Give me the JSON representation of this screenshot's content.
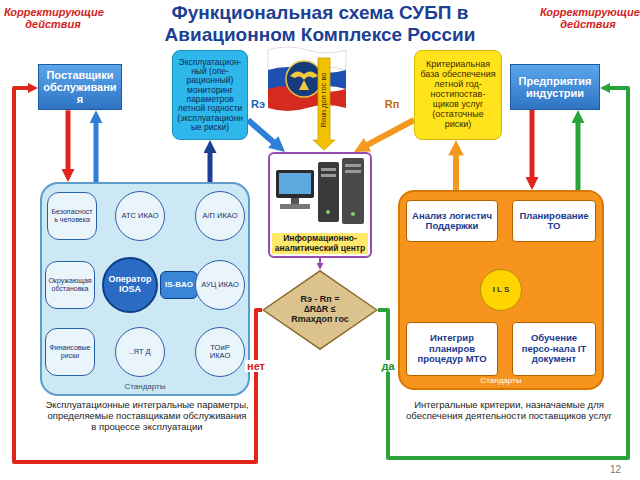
{
  "diagram": {
    "title": "Функциональная схема СУБП в Авиационном Комплексе России",
    "nodes": [
      {
        "text": [
          "Поставщики обслуживания"
        ]
      },
      {
        "text": [
          "Эксплуатацион-ный (опе-рационный) мониторинг параметров летной годности (эксплуатационные риски)"
        ]
      },
      {
        "text": [
          "Критериальная база обеспечения летной год-ностипостав-щиков услуг (остаточные риски)"
        ]
      },
      {
        "text": [
          "Предприятия индустрии"
        ]
      },
      {
        "text": [
          "Стандарты"
        ]
      },
      {
        "text": [
          "Безопасность человека"
        ],
        "in": 4
      },
      {
        "text": [
          "АТС ИКАО"
        ],
        "in": 4
      },
      {
        "text": [
          "А/П ИКАО"
        ],
        "in": 4
      },
      {
        "text": [
          "Окружающая обстановка"
        ],
        "in": 4
      },
      {
        "text": [
          "Оператор IOSA"
        ],
        "in": 4
      },
      {
        "text": [
          "IS-BAO"
        ],
        "in": 4
      },
      {
        "text": [
          "АУЦ ИКАО"
        ],
        "in": 4
      },
      {
        "text": [
          "Финансовые риски"
        ],
        "in": 4
      },
      {
        "text": [
          "..ЯТ Д"
        ],
        "in": 4
      },
      {
        "text": [
          "ТОиР ИКАО"
        ],
        "in": 4
      },
      {
        "text": [
          "Информационно-аналитический центр"
        ]
      },
      {
        "text": [
          "Rэ - Rп = ∆R∆R ≤ Rmaxдоп гос"
        ]
      },
      {
        "text": [
          "Стандарты"
        ]
      },
      {
        "text": [
          "Анализ логистич Поддержки"
        ],
        "in": 17
      },
      {
        "text": [
          "Планирование ТО"
        ],
        "in": 17
      },
      {
        "text": [
          "I L S"
        ],
        "in": 17
      },
      {
        "text": [
          "Интегрир планиров процедур МТО"
        ],
        "in": 17
      },
      {
        "text": [
          "Обучение персо-нала IT документ"
        ],
        "in": 17
      }
    ],
    "edges": [
      {
        "from": 0,
        "to": 4,
        "arrow": "to"
      },
      {
        "from": 4,
        "to": 0,
        "arrow": "to"
      },
      {
        "from": 4,
        "to": 1,
        "arrow": "to"
      },
      {
        "from": 1,
        "to": 15,
        "label": "Rэ",
        "arrow": "to"
      },
      {
        "from": 2,
        "to": 15,
        "label": "Rп",
        "arrow": "to"
      },
      {
        "from": 17,
        "to": 2,
        "arrow": "to"
      },
      {
        "from": 3,
        "to": 17,
        "arrow": "to"
      },
      {
        "from": 17,
        "to": 3,
        "arrow": "to"
      },
      {
        "from": 15,
        "to": 16,
        "arrow": "to"
      },
      {
        "from": 16,
        "to": 0,
        "label": "нет",
        "arrow": "to"
      },
      {
        "from": 16,
        "to": 3,
        "label": "да",
        "arrow": "to"
      },
      {
        "from": 9,
        "to": 5,
        "arrow": "both"
      },
      {
        "from": 9,
        "to": 6,
        "arrow": "both"
      },
      {
        "from": 9,
        "to": 7,
        "arrow": "both"
      },
      {
        "from": 9,
        "to": 12,
        "arrow": "both"
      },
      {
        "from": 9,
        "to": 13,
        "arrow": "both"
      },
      {
        "from": 9,
        "to": 14,
        "arrow": "both"
      },
      {
        "from": 5,
        "to": 6,
        "arrow": "to"
      },
      {
        "from": 6,
        "to": 7,
        "arrow": "to"
      },
      {
        "from": 7,
        "to": 11,
        "arrow": "to"
      },
      {
        "from": 11,
        "to": 14,
        "arrow": "to"
      },
      {
        "from": 14,
        "to": 13,
        "arrow": "to"
      },
      {
        "from": 13,
        "to": 12,
        "arrow": "to"
      },
      {
        "from": 12,
        "to": 8,
        "arrow": "to"
      },
      {
        "from": 8,
        "to": 5,
        "arrow": "to"
      },
      {
        "from": 18,
        "to": 19,
        "arrow": "both"
      },
      {
        "from": 18,
        "to": 21,
        "arrow": "both"
      },
      {
        "from": 19,
        "to": 22,
        "arrow": "both"
      },
      {
        "from": 21,
        "to": 22,
        "arrow": "both"
      },
      {
        "from": 20,
        "to": 18,
        "arrow": "both"
      },
      {
        "from": 20,
        "to": 19,
        "arrow": "both"
      },
      {
        "from": 20,
        "to": 21,
        "arrow": "both"
      },
      {
        "from": 20,
        "to": 22,
        "arrow": "both"
      }
    ],
    "labels": [
      "Корректирующие действия",
      "Корректирующие действия",
      "Rmin доп гос во",
      "Эксплуатационные интегральные параметры, определяемые поставщиками обслуживания в процессе эксплуатации",
      "Интегральные критерии, назначаемые для обеспечения деятельности поставщиков услуг",
      "12"
    ]
  }
}
